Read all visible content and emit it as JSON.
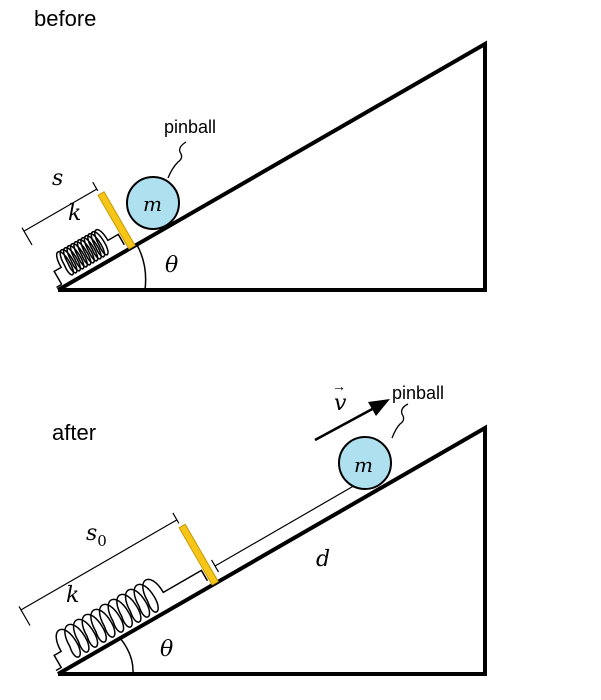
{
  "before": {
    "heading": "before",
    "pinball_label": "pinball",
    "mass_label": "m",
    "spring_constant_label": "k",
    "compression_label": "s",
    "angle_label": "θ"
  },
  "after": {
    "heading": "after",
    "pinball_label": "pinball",
    "mass_label": "m",
    "spring_constant_label": "k",
    "length_label": "s",
    "length_subscript": "0",
    "distance_label": "d",
    "velocity_label": "v",
    "velocity_arrow": "→",
    "angle_label": "θ"
  },
  "colors": {
    "ball_fill": "#aee0ef",
    "plunger": "#f5c518",
    "lines": "#000000"
  }
}
